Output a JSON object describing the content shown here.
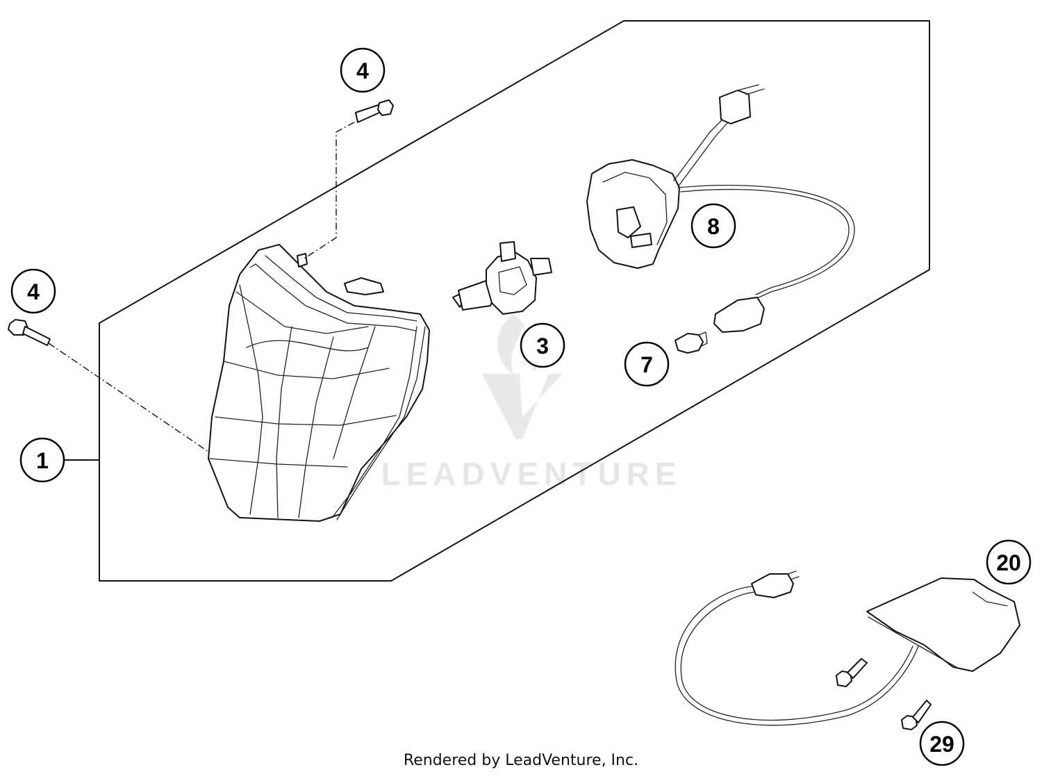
{
  "watermark": {
    "text": "LEADVENTURE"
  },
  "callouts": {
    "c1": "1",
    "c3": "3",
    "c4a": "4",
    "c4b": "4",
    "c7": "7",
    "c8": "8",
    "c20": "20",
    "c29": "29"
  },
  "footer": {
    "credit": "Rendered by LeadVenture, Inc."
  }
}
